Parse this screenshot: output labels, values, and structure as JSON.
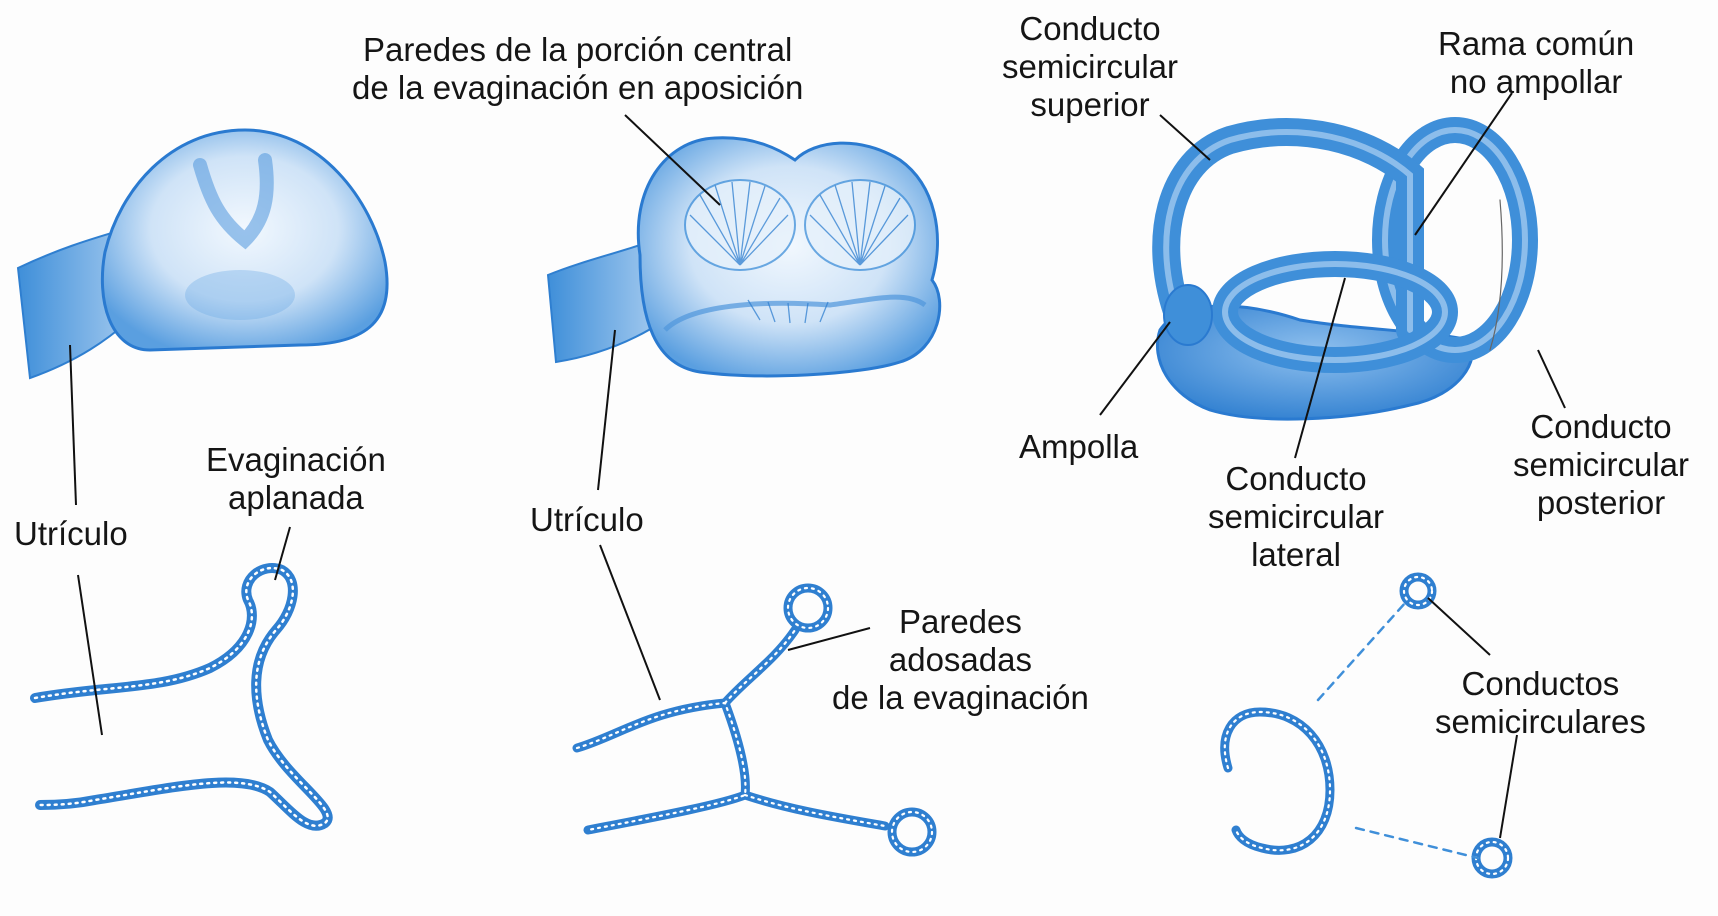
{
  "panel1": {
    "utriculo": "Utrículo",
    "evaginacion": [
      "Evaginación",
      "aplanada"
    ]
  },
  "panel2": {
    "paredes_central": [
      "Paredes de la porción central",
      "de la evaginación en aposición"
    ],
    "utriculo": "Utrículo",
    "paredes_adosadas": [
      "Paredes",
      "adosadas",
      "de la evaginación"
    ]
  },
  "panel3": {
    "sc_superior": [
      "Conducto",
      "semicircular",
      "superior"
    ],
    "rama_comun": [
      "Rama común",
      "no ampollar"
    ],
    "ampolla": "Ampolla",
    "sc_lateral": [
      "Conducto",
      "semicircular",
      "lateral"
    ],
    "sc_posterior": [
      "Conducto",
      "semicircular",
      "posterior"
    ],
    "conductos": [
      "Conductos",
      "semicirculares"
    ]
  },
  "colors": {
    "tissue_blue": "#3f8fd9",
    "tissue_dark": "#1f6fc4",
    "tissue_light": "#cfe3f7",
    "leader_line": "#111111"
  }
}
